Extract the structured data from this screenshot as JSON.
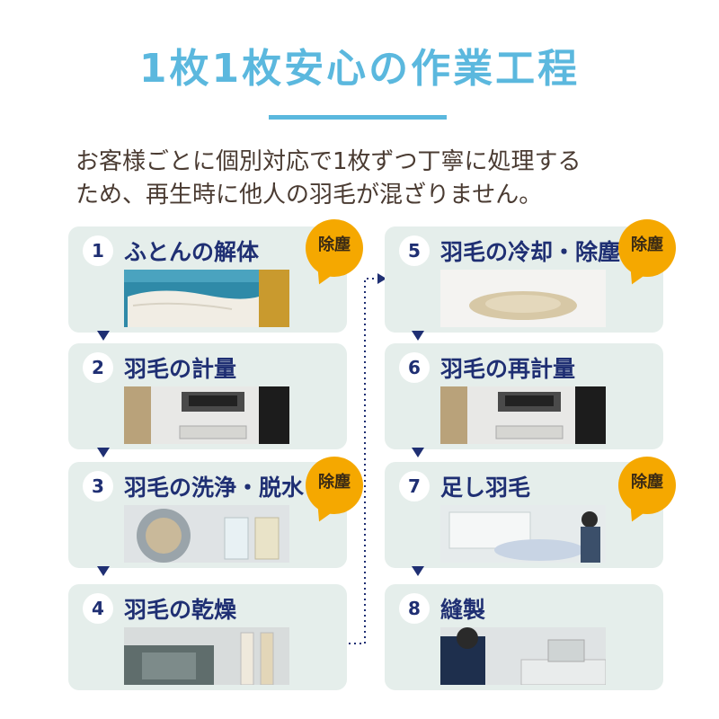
{
  "title": "1枚1枚安心の作業工程",
  "intro": {
    "line1": "お客様ごとに個別対応で1枚ずつ丁寧に処理する",
    "line2": "ため、再生時に他人の羽毛が混ざりません。"
  },
  "badge_label": "除塵",
  "steps": [
    {
      "number": "1",
      "label": "ふとんの解体"
    },
    {
      "number": "2",
      "label": "羽毛の計量"
    },
    {
      "number": "3",
      "label": "羽毛の洗浄・脱水"
    },
    {
      "number": "4",
      "label": "羽毛の乾燥"
    },
    {
      "number": "5",
      "label": "羽毛の冷却・除塵"
    },
    {
      "number": "6",
      "label": "羽毛の再計量"
    },
    {
      "number": "7",
      "label": "足し羽毛"
    },
    {
      "number": "8",
      "label": "縫製"
    }
  ],
  "colors": {
    "title": "#5bb8de",
    "step_text": "#1f2f73",
    "card_bg": "#e5eeeb",
    "badge": "#f5a800",
    "intro_text": "#4a3b32"
  }
}
